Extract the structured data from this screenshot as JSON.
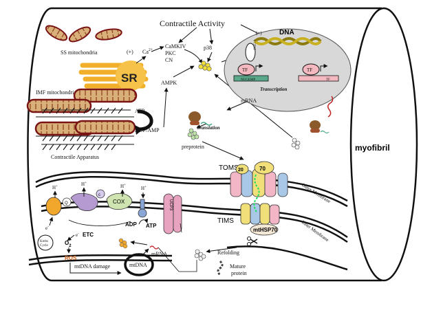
{
  "labels": {
    "contractile_activity": "Contractile Activity",
    "ss_mitochondria": "SS mitochondria",
    "sr": "SR",
    "imf_mitochondria": "IMF mitochondria",
    "contractile_apparatus": "Contractile Apparatus",
    "atp": "ATP",
    "adp_amp": "ADP/AMP",
    "ca": "Ca",
    "ca_sup": "2+",
    "plus1": "(+)",
    "plus2": "(+)",
    "camkiv": "CaMKIV",
    "pkc": "PKC",
    "cn": "CN",
    "p38": "p38",
    "ampk": "AMPK",
    "dna": "DNA",
    "pgc": "PGC-1",
    "tf1": "TF",
    "tf2": "TF",
    "tf3": "TF",
    "nugemp": "NUGEMP",
    "transcription": "Transcription",
    "mrna1": "mRNA",
    "translation": "Translation",
    "preprotein": "preprotein",
    "toms": "TOMS",
    "tims": "TIMS",
    "n20": "20",
    "n70": "70",
    "mthsp70": "mtHSP70",
    "outer_membrane": "Outer Membrane",
    "inner_membrane": "Inner Membrane",
    "myofibril": "myofibril",
    "h1": "H",
    "h2": "H",
    "h3": "H",
    "h4": "H",
    "plus_sup": "+",
    "q": "Q",
    "c": "c",
    "cox": "COX",
    "ucp3": "UCP3",
    "adp": "ADP",
    "atp2": "ATP",
    "etc": "ETC",
    "e1": "e",
    "e2": "e",
    "minus_sup": "-",
    "o2": "O",
    "o2_sub": "2",
    "ros": "ROS",
    "krebs1": "Krebs",
    "krebs2": "Cycle",
    "mtdna_damage": "mtDNA damage",
    "mtdna": "mtDNA",
    "mrna2": "mRNA",
    "refolding": "Refolding",
    "mature1": "Mature",
    "mature2": "protein"
  },
  "colors": {
    "mito_fill": "#d9b07a",
    "mito_edge": "#7a1414",
    "sr_gold": "#f2b02a",
    "nucleus_fill": "#d8d8d8",
    "green_box": "#5aa88a",
    "pink_box": "#f4b8c0",
    "toms_pink": "#f2b6c6",
    "toms_yellow": "#f1df7a",
    "toms_blue": "#a9c7e6",
    "complex_purple": "#b59ad1",
    "complex_orange": "#f0a72c",
    "cox_green": "#cfe4b0",
    "atpase_blue": "#8aa6d6",
    "ucp_pink": "#e8a3c0",
    "ros_orange": "#d0631c"
  }
}
